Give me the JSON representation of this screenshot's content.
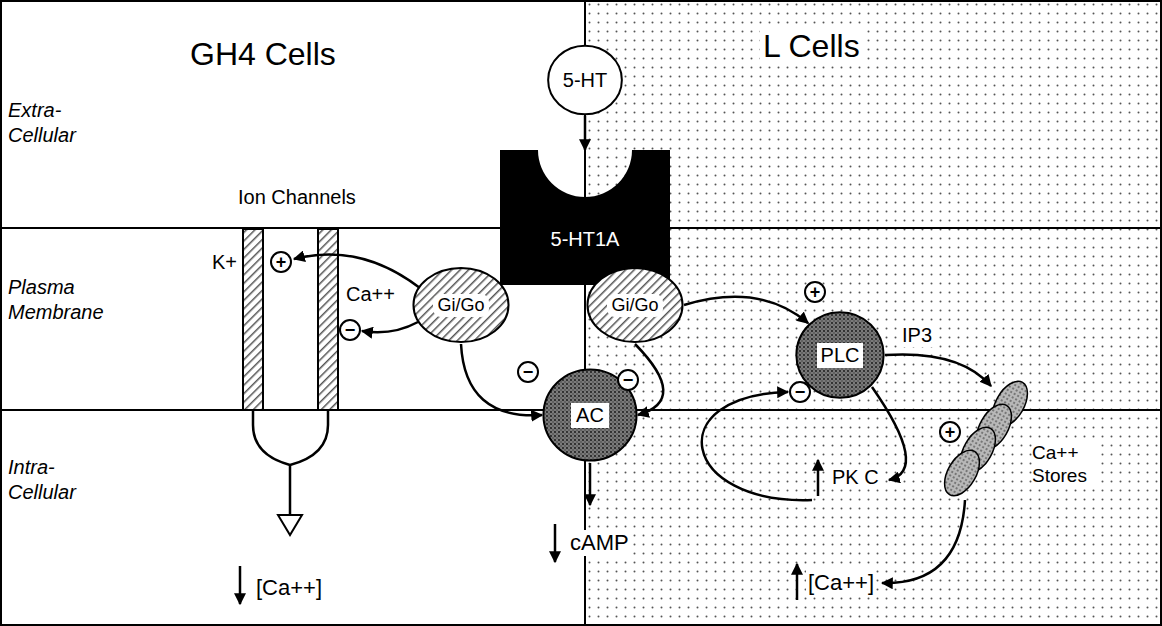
{
  "diagram": {
    "nodes": [
      {
        "text": [
          "5-HT"
        ]
      },
      {
        "text": [
          "5-HT1A"
        ]
      },
      {
        "text": [
          "GH4 Cells"
        ]
      },
      {
        "text": [
          "Gi/Go"
        ],
        "in": 2
      },
      {
        "text": [
          "AC"
        ]
      },
      {
        "text": [
          "L Cells"
        ]
      },
      {
        "text": [
          "Gi/Go"
        ],
        "in": 5
      },
      {
        "text": [
          "PLC"
        ],
        "in": 5
      },
      {
        "text": [
          "Ca++ Stores"
        ],
        "in": 5
      }
    ],
    "edges": [
      {
        "from": 0,
        "to": 1,
        "arrow": "to"
      },
      {
        "from": 3,
        "to": 4,
        "arrow": "to"
      },
      {
        "from": 6,
        "to": 4,
        "arrow": "to"
      },
      {
        "from": 6,
        "to": 7,
        "arrow": "to"
      },
      {
        "from": 7,
        "to": 8,
        "label": "IP3",
        "arrow": "to"
      }
    ],
    "labels": [
      "Extra- Cellular",
      "Plasma Membrane",
      "Intra- Cellular",
      "Ion Channels",
      "K+",
      "+",
      "Ca++",
      "−",
      "−",
      "−",
      "+",
      "+",
      "−",
      "PK C",
      "[Ca++]",
      "cAMP",
      "[Ca++]"
    ]
  }
}
